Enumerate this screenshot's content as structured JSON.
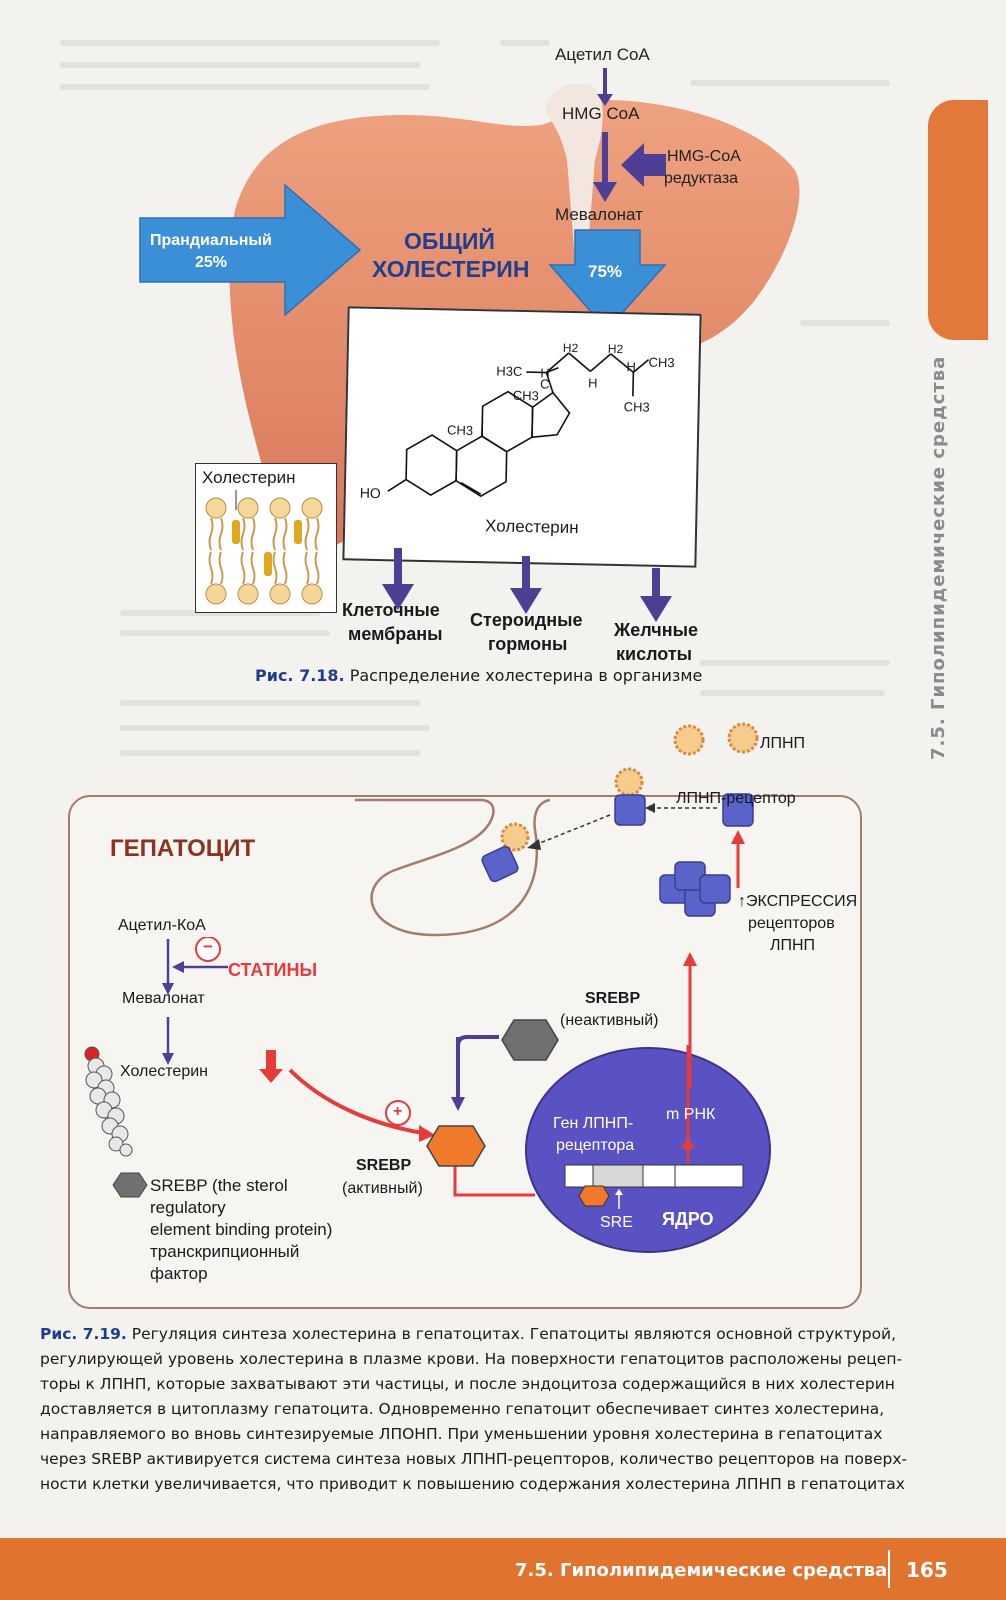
{
  "sidebar": {
    "chapter_label": "7.5. Гиполипидемические средства"
  },
  "fig718": {
    "acetyl": "Ацетил СoA",
    "hmg": "HMG CoA",
    "reductase_1": "HMG-CoA",
    "reductase_2": "редуктаза",
    "mevalonate": "Мевалонат",
    "prandial_1": "Прандиальный",
    "prandial_2": "25%",
    "total_1": "ОБЩИЙ",
    "total_2": "ХОЛЕСТЕРИН",
    "pct75": "75%",
    "membrane_label": "Холестерин",
    "molecule_label": "Холестерин",
    "ho": "HO",
    "ch3": "CH3",
    "h3c": "H3C",
    "h2": "H2",
    "h": "H",
    "c": "C",
    "out1_1": "Клеточные",
    "out1_2": "мембраны",
    "out2_1": "Стероидные",
    "out2_2": "гормоны",
    "out3_1": "Желчные",
    "out3_2": "кислоты",
    "caption_num": "Рис. 7.18.",
    "caption_text": " Распределение холестерина в организме"
  },
  "fig719": {
    "ldl": "ЛПНП",
    "receptor": "ЛПНП-рецептор",
    "title": "ГЕПАТОЦИТ",
    "acetyl": "Ацетил-КоА",
    "statins": "СТАТИНЫ",
    "minus": "−",
    "plus": "+",
    "mevalonate": "Мевалонат",
    "cholesterol": "Холестерин",
    "expr_1": "↑ЭКСПРЕССИЯ",
    "expr_2": "рецепторов",
    "expr_3": "ЛПНП",
    "srebp_inactive_1": "SREBP",
    "srebp_inactive_2": "(неактивный)",
    "srebp_active_1": "SREBP",
    "srebp_active_2": "(активный)",
    "gene_1": "Ген ЛПНП-",
    "gene_2": "рецептора",
    "mrna": "m РНК",
    "sre": "SRE",
    "nucleus": "ЯДРО",
    "legend_1": "SREBP (the sterol",
    "legend_2": "regulatory",
    "legend_3": "element binding protein)",
    "legend_4": "транскрипционный",
    "legend_5": "фактор"
  },
  "caption719": {
    "num": "Рис. 7.19.",
    "lines": [
      " Регуляция синтеза холестерина в гепатоцитах. Гепатоциты являются основной структурой,",
      "регулирующей уровень холестерина в плазме крови. На поверхности гепатоцитов расположены рецеп-",
      "торы к ЛПНП, которые захватывают эти частицы, и после эндоцитоза содержащийся в них холестерин",
      "доставляется в цитоплазму гепатоцита. Одновременно гепатоцит обеспечивает синтез холестерина,",
      "направляемого во вновь синтезируемые ЛПОНП. При уменьшении уровня холестерина в гепатоцитах",
      "через SREBP активируется система синтеза новых ЛПНП-рецепторов, количество рецепторов на поверх-",
      "ности клетки увеличивается, что приводит к повышению содержания холестерина ЛПНП в гепатоцитах"
    ]
  },
  "footer": {
    "section": "7.5. Гиполипидемические средства",
    "page": "165"
  },
  "colors": {
    "liver": "#e48b6a",
    "blue_arrow": "#3b8fd6",
    "purple": "#4e3f95",
    "red": "#e53b3b",
    "orange": "#f07a2a",
    "footer": "#e0732e"
  }
}
